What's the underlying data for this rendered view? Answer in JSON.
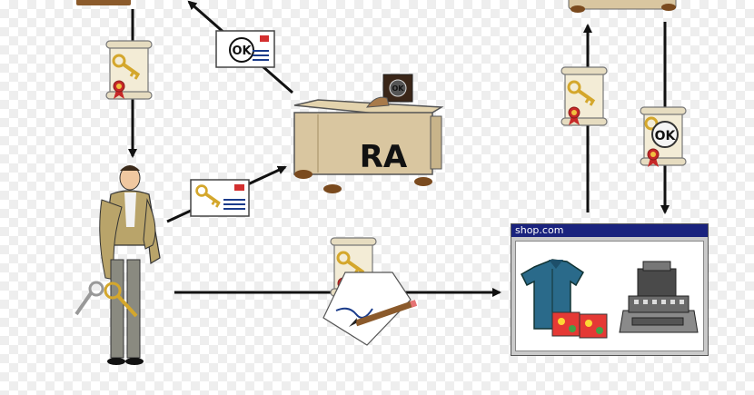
{
  "ra": {
    "label": "RA"
  },
  "ok_badges": [
    "OK",
    "OK",
    "OK"
  ],
  "shop": {
    "title": "shop.com"
  },
  "colors": {
    "arrow": "#111111",
    "desk": "#d9c6a0",
    "window_title": "#1a237e",
    "scroll": "#f3ecd6",
    "seal": "#c62828"
  }
}
